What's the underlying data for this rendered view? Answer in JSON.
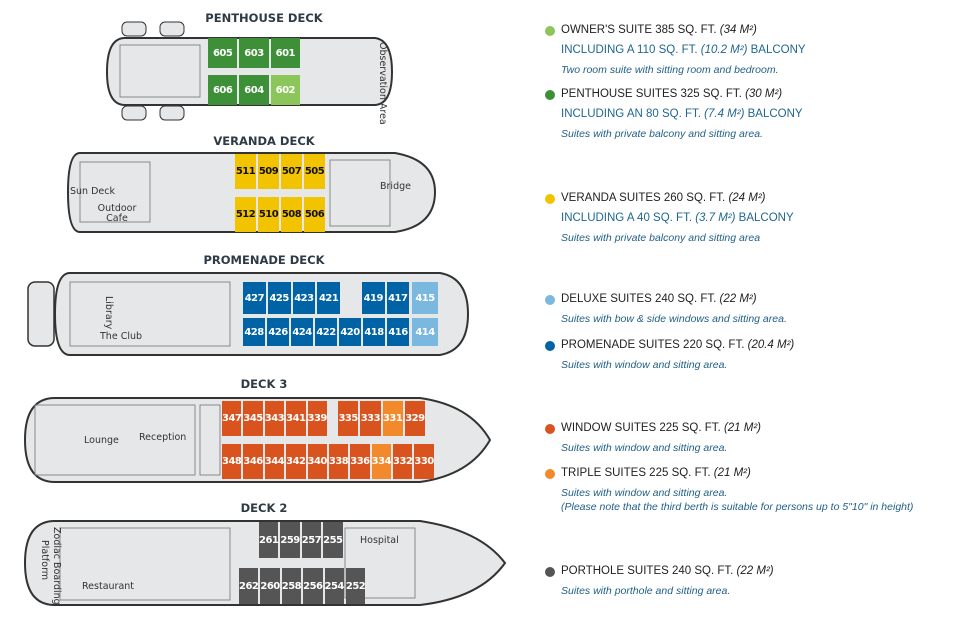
{
  "colors": {
    "owner": "#8cc65a",
    "penthouse": "#3d8f38",
    "veranda": "#f2c300",
    "deluxe": "#7ab8e0",
    "promenade": "#0063a6",
    "window": "#d9531e",
    "triple": "#f28a2c",
    "porthole": "#555555",
    "hull": "#e6e7e8",
    "outline": "#333333"
  },
  "decks": [
    {
      "title": "PENTHOUSE DECK",
      "labels": [
        "Observation Area"
      ],
      "rows": [
        [
          {
            "n": "605",
            "t": "penthouse"
          },
          {
            "n": "603",
            "t": "penthouse"
          },
          {
            "n": "601",
            "t": "penthouse"
          }
        ],
        [
          {
            "n": "606",
            "t": "penthouse"
          },
          {
            "n": "604",
            "t": "penthouse"
          },
          {
            "n": "602",
            "t": "owner"
          }
        ]
      ]
    },
    {
      "title": "VERANDA DECK",
      "labels": [
        "Sun Deck",
        "Outdoor Cafe",
        "Bridge"
      ],
      "rows": [
        [
          {
            "n": "511",
            "t": "veranda"
          },
          {
            "n": "509",
            "t": "veranda"
          },
          {
            "n": "507",
            "t": "veranda"
          },
          {
            "n": "505",
            "t": "veranda"
          }
        ],
        [
          {
            "n": "512",
            "t": "veranda"
          },
          {
            "n": "510",
            "t": "veranda"
          },
          {
            "n": "508",
            "t": "veranda"
          },
          {
            "n": "506",
            "t": "veranda"
          }
        ]
      ]
    },
    {
      "title": "PROMENADE DECK",
      "labels": [
        "Library",
        "The Club"
      ],
      "rows": [
        [
          {
            "n": "427",
            "t": "promenade"
          },
          {
            "n": "425",
            "t": "promenade"
          },
          {
            "n": "423",
            "t": "promenade"
          },
          {
            "n": "421",
            "t": "promenade"
          }
        ],
        [
          {
            "n": "419",
            "t": "promenade"
          },
          {
            "n": "417",
            "t": "promenade"
          }
        ],
        [
          {
            "n": "415",
            "t": "deluxe"
          }
        ],
        [
          {
            "n": "428",
            "t": "promenade"
          },
          {
            "n": "426",
            "t": "promenade"
          },
          {
            "n": "424",
            "t": "promenade"
          },
          {
            "n": "422",
            "t": "promenade"
          },
          {
            "n": "420",
            "t": "promenade"
          },
          {
            "n": "418",
            "t": "promenade"
          },
          {
            "n": "416",
            "t": "promenade"
          }
        ],
        [
          {
            "n": "414",
            "t": "deluxe"
          }
        ]
      ]
    },
    {
      "title": "DECK 3",
      "labels": [
        "Lounge",
        "Reception"
      ],
      "rows": [
        [
          {
            "n": "347",
            "t": "window"
          },
          {
            "n": "345",
            "t": "window"
          },
          {
            "n": "343",
            "t": "window"
          },
          {
            "n": "341",
            "t": "window"
          },
          {
            "n": "339",
            "t": "window"
          }
        ],
        [
          {
            "n": "335",
            "t": "window"
          },
          {
            "n": "333",
            "t": "window"
          },
          {
            "n": "331",
            "t": "triple"
          },
          {
            "n": "329",
            "t": "window"
          }
        ],
        [
          {
            "n": "348",
            "t": "window"
          },
          {
            "n": "346",
            "t": "window"
          },
          {
            "n": "344",
            "t": "window"
          },
          {
            "n": "342",
            "t": "window"
          },
          {
            "n": "340",
            "t": "window"
          },
          {
            "n": "338",
            "t": "window"
          },
          {
            "n": "336",
            "t": "window"
          },
          {
            "n": "334",
            "t": "triple"
          },
          {
            "n": "332",
            "t": "window"
          },
          {
            "n": "330",
            "t": "window"
          }
        ]
      ]
    },
    {
      "title": "DECK 2",
      "labels": [
        "Hospital",
        "Restaurant",
        "Zodiac Boarding",
        "Platform"
      ],
      "rows": [
        [
          {
            "n": "261",
            "t": "porthole"
          },
          {
            "n": "259",
            "t": "porthole"
          },
          {
            "n": "257",
            "t": "porthole"
          },
          {
            "n": "255",
            "t": "porthole"
          }
        ],
        [
          {
            "n": "262",
            "t": "porthole"
          },
          {
            "n": "260",
            "t": "porthole"
          },
          {
            "n": "258",
            "t": "porthole"
          },
          {
            "n": "256",
            "t": "porthole"
          },
          {
            "n": "254",
            "t": "porthole"
          },
          {
            "n": "252",
            "t": "porthole"
          }
        ]
      ]
    }
  ],
  "legend": [
    {
      "type": "owner",
      "head": "OWNER'S SUITE 385 SQ. FT.",
      "metric": "(34 M²)",
      "sub": "INCLUDING A 110 SQ. FT.",
      "sub_metric": "(10.2 M²)",
      "sub_end": "BALCONY",
      "desc": "Two room suite with sitting room and bedroom."
    },
    {
      "type": "penthouse",
      "head": "PENTHOUSE SUITES 325 SQ. FT.",
      "metric": "(30 M²)",
      "sub": "INCLUDING AN 80 SQ. FT.",
      "sub_metric": "(7.4 M²)",
      "sub_end": "BALCONY",
      "desc": "Suites with private balcony and sitting area."
    },
    {
      "type": "veranda",
      "head": "VERANDA SUITES 260 SQ. FT.",
      "metric": "(24 M²)",
      "sub": "INCLUDING A 40 SQ. FT.",
      "sub_metric": "(3.7 M²)",
      "sub_end": "BALCONY",
      "desc": "Suites with private balcony and sitting area"
    },
    {
      "type": "deluxe",
      "head": "DELUXE SUITES 240 SQ. FT.",
      "metric": "(22 M²)",
      "desc": "Suites with bow & side windows and sitting area."
    },
    {
      "type": "promenade",
      "head": "PROMENADE SUITES 220 SQ. FT.",
      "metric": "(20.4 M²)",
      "desc": "Suites with window and sitting area."
    },
    {
      "type": "window",
      "head": "WINDOW SUITES 225 SQ. FT.",
      "metric": "(21 M²)",
      "desc": "Suites with window and sitting area."
    },
    {
      "type": "triple",
      "head": "TRIPLE SUITES 225 SQ. FT.",
      "metric": "(21 M²)",
      "desc": "Suites with window and sitting area.",
      "note": "(Please note that the third berth is suitable for persons up to 5\"10\" in height)"
    },
    {
      "type": "porthole",
      "head": "PORTHOLE SUITES 240 SQ. FT.",
      "metric": "(22 M²)",
      "desc": "Suites with porthole and sitting area."
    }
  ]
}
